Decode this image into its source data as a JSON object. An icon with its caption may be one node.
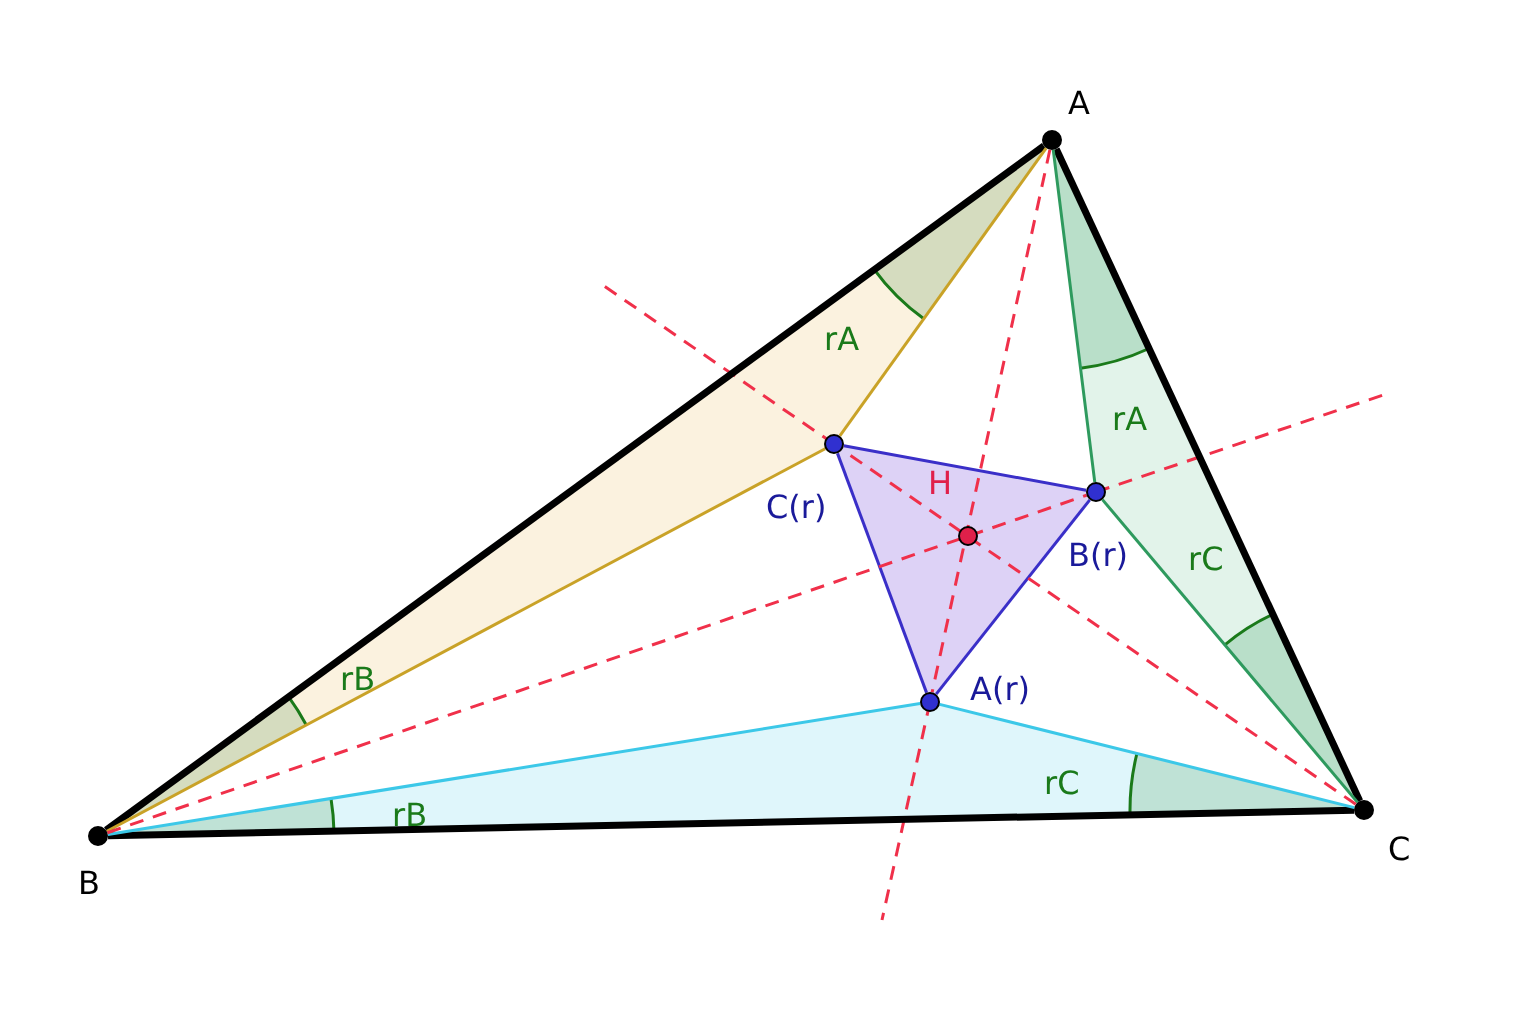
{
  "diagram": {
    "nodes": [
      {
        "text": [
          "A"
        ]
      },
      {
        "text": [
          "B"
        ]
      },
      {
        "text": [
          "C"
        ]
      },
      {
        "text": [
          "C(r)"
        ]
      },
      {
        "text": [
          "B(r)"
        ]
      },
      {
        "text": [
          "A(r)"
        ]
      },
      {
        "text": [
          "H"
        ]
      }
    ],
    "edges": [
      {
        "from": 0,
        "to": 1,
        "arrow": "none",
        "style": "thick"
      },
      {
        "from": 1,
        "to": 2,
        "arrow": "none",
        "style": "thick"
      },
      {
        "from": 2,
        "to": 0,
        "arrow": "none",
        "style": "thick"
      },
      {
        "from": 0,
        "to": 3,
        "arrow": "none",
        "color": "#c9a227"
      },
      {
        "from": 1,
        "to": 3,
        "arrow": "none",
        "color": "#c9a227"
      },
      {
        "from": 0,
        "to": 4,
        "arrow": "none",
        "color": "#2e9a5e"
      },
      {
        "from": 2,
        "to": 4,
        "arrow": "none",
        "color": "#2e9a5e"
      },
      {
        "from": 1,
        "to": 5,
        "arrow": "none",
        "color": "#3cc8e8"
      },
      {
        "from": 2,
        "to": 5,
        "arrow": "none",
        "color": "#3cc8e8"
      },
      {
        "from": 5,
        "to": 4,
        "arrow": "none",
        "color": "#3a2fc8"
      },
      {
        "from": 4,
        "to": 3,
        "arrow": "none",
        "color": "#3a2fc8"
      },
      {
        "from": 3,
        "to": 5,
        "arrow": "none",
        "color": "#3a2fc8"
      },
      {
        "from": 0,
        "to": 5,
        "arrow": "none",
        "style": "dashed",
        "color": "#f0304a"
      },
      {
        "from": 1,
        "to": 4,
        "arrow": "none",
        "style": "dashed",
        "color": "#f0304a"
      },
      {
        "from": 2,
        "to": 3,
        "arrow": "none",
        "style": "dashed",
        "color": "#f0304a"
      }
    ],
    "labels": [
      "rA",
      "rA",
      "rC",
      "rB",
      "rB",
      "rC"
    ]
  }
}
